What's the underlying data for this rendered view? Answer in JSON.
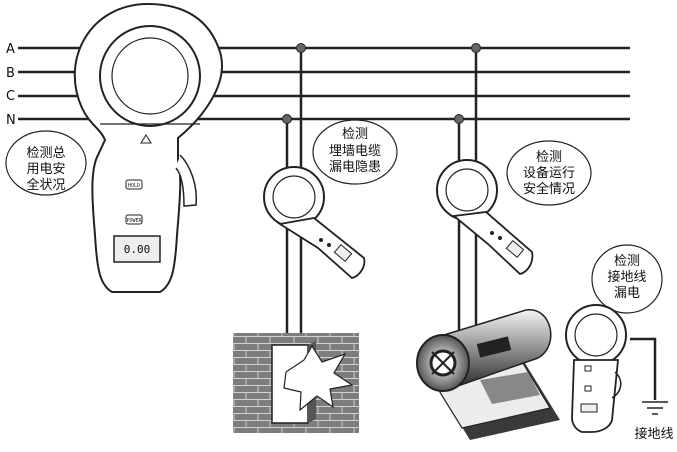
{
  "lines": [
    "A",
    "B",
    "C",
    "N"
  ],
  "meter": {
    "hold_label": "HOLD",
    "power_label": "POWER",
    "reading": "0.00"
  },
  "callouts": [
    {
      "lines": [
        "检测总",
        "用电安",
        "全状况"
      ]
    },
    {
      "lines": [
        "检测",
        "埋墙电缆",
        "漏电隐患"
      ]
    },
    {
      "lines": [
        "检测",
        "设备运行",
        "安全情况"
      ]
    },
    {
      "lines": [
        "检测",
        "接地线",
        "漏电"
      ]
    }
  ],
  "ground_label": "接地线"
}
